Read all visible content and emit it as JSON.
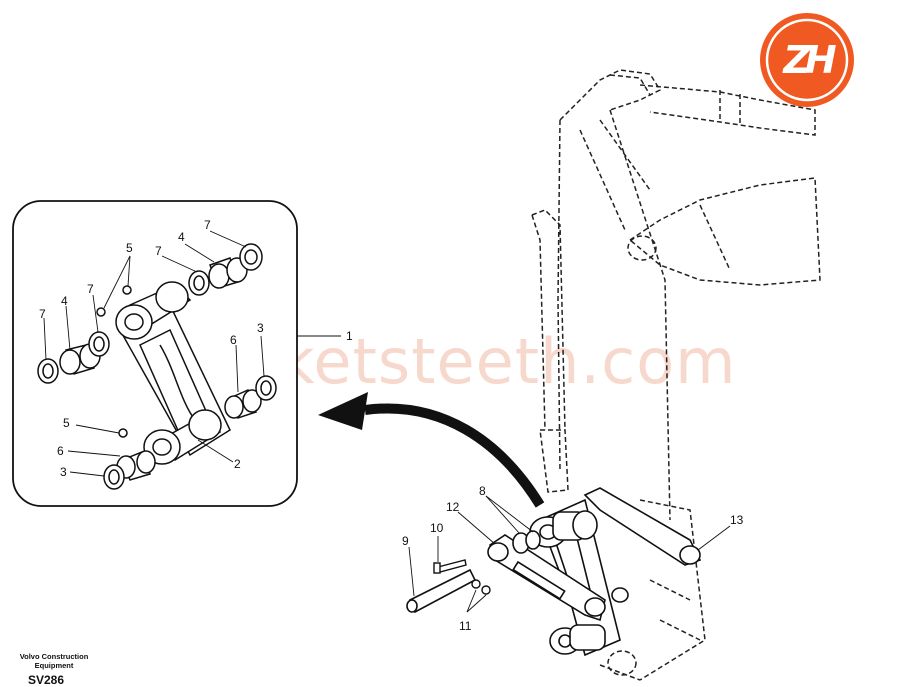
{
  "watermark": "bucketsteeth.com",
  "logo": {
    "text": "ZH",
    "color": "#f05a22",
    "ring_color": "#ffffff"
  },
  "footer": {
    "line1": "Volvo Construction",
    "line2": "Equipment",
    "code": "SV286"
  },
  "callouts": {
    "c1": "1",
    "c2": "2",
    "c3a": "3",
    "c3b": "3",
    "c4a": "4",
    "c4b": "4",
    "c5a": "5",
    "c5b": "5",
    "c6a": "6",
    "c6b": "6",
    "c7a": "7",
    "c7b": "7",
    "c7c": "7",
    "c7d": "7",
    "c8": "8",
    "c9": "9",
    "c10": "10",
    "c11": "11",
    "c12": "12",
    "c13": "13"
  }
}
